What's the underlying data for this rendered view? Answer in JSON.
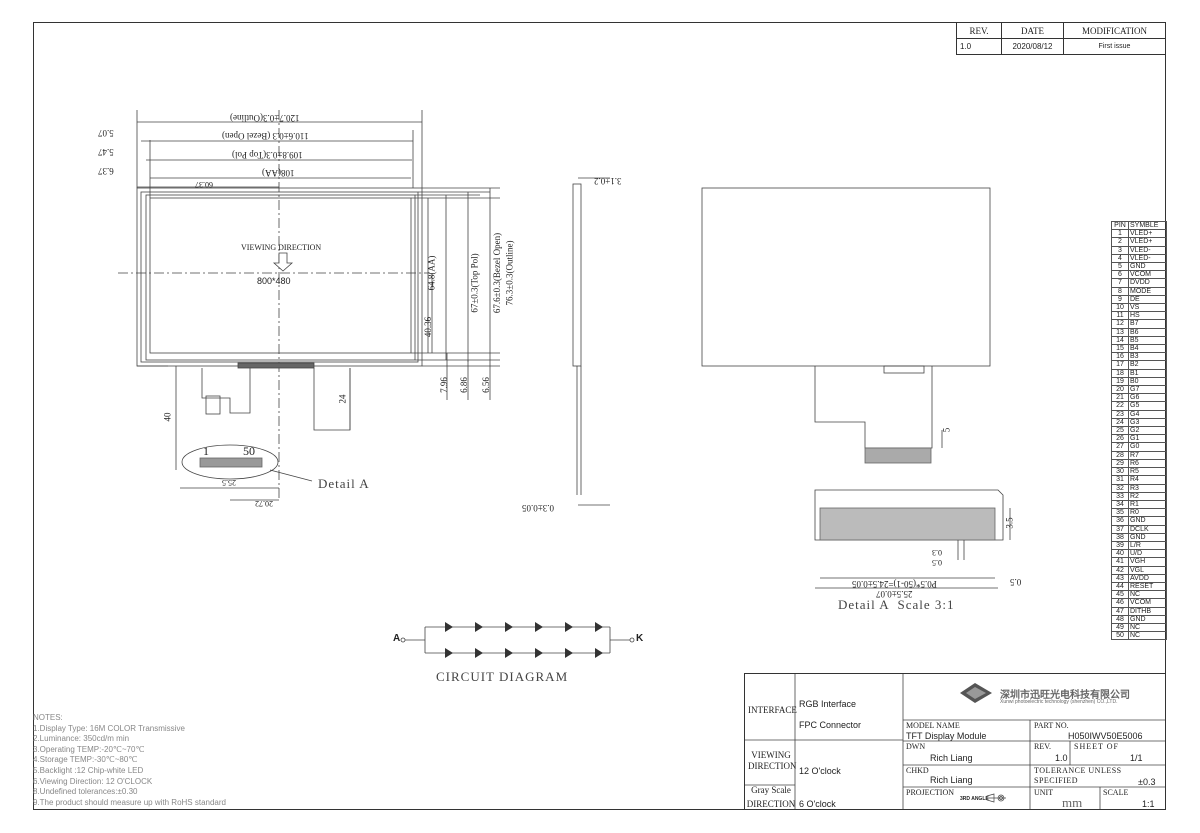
{
  "revision": {
    "headers": [
      "REV.",
      "DATE",
      "MODIFICATION"
    ],
    "rows": [
      [
        "1.0",
        "2020/08/12",
        "First issue"
      ]
    ]
  },
  "front_view": {
    "dims_top": [
      "120.7±0.3(Outline)",
      "110.6±0.3 (Bezel Open)",
      "109.8±0.3(Top Pol)",
      "108(AA)"
    ],
    "offsets_left": [
      "5.07",
      "5.47",
      "6.37"
    ],
    "label_60": "60.37",
    "viewing_direction": "VIEWING DIRECTION",
    "resolution": "800*480",
    "dims_right": [
      "64.8(AA)",
      "67±0.3(Top Pol)",
      "67.6±0.3(Bezel Open)",
      "76.3±0.3(Outline)"
    ],
    "dim_4036": "40.36",
    "dims_bottom_right": [
      "7.96",
      "6.86",
      "6.56"
    ],
    "dim_40": "40",
    "dim_24": "24",
    "pin_first": "1",
    "pin_last": "50",
    "dim_255": "25.5",
    "dim_2072": "20.72",
    "detail_label": "Detail A"
  },
  "side_view": {
    "top": "3.1±0.2",
    "bottom": "0.3±0.05"
  },
  "back_view": {
    "dim_5": "5"
  },
  "detail_a": {
    "dim_35": "3.5",
    "dim_03": "0.3",
    "dim_05": "0.5",
    "pitch": "P0.5*(50-1)=24.5±0.05",
    "width": "25.5±0.07",
    "edge": "0.5",
    "caption": "Detail A  Scale 3:1"
  },
  "circuit": {
    "anode": "A",
    "cathode": "K",
    "caption": "CIRCUIT DIAGRAM"
  },
  "pin_table": {
    "headers": [
      "PIN",
      "SYMBLE"
    ],
    "rows": [
      [
        "1",
        "VLED+"
      ],
      [
        "2",
        "VLED+"
      ],
      [
        "3",
        "VLED-"
      ],
      [
        "4",
        "VLED-"
      ],
      [
        "5",
        "GND"
      ],
      [
        "6",
        "VCOM"
      ],
      [
        "7",
        "DVDD"
      ],
      [
        "8",
        "MODE"
      ],
      [
        "9",
        "DE"
      ],
      [
        "10",
        "VS"
      ],
      [
        "11",
        "HS"
      ],
      [
        "12",
        "B7"
      ],
      [
        "13",
        "B6"
      ],
      [
        "14",
        "B5"
      ],
      [
        "15",
        "B4"
      ],
      [
        "16",
        "B3"
      ],
      [
        "17",
        "B2"
      ],
      [
        "18",
        "B1"
      ],
      [
        "19",
        "B0"
      ],
      [
        "20",
        "G7"
      ],
      [
        "21",
        "G6"
      ],
      [
        "22",
        "G5"
      ],
      [
        "23",
        "G4"
      ],
      [
        "24",
        "G3"
      ],
      [
        "25",
        "G2"
      ],
      [
        "26",
        "G1"
      ],
      [
        "27",
        "G0"
      ],
      [
        "28",
        "R7"
      ],
      [
        "29",
        "R6"
      ],
      [
        "30",
        "R5"
      ],
      [
        "31",
        "R4"
      ],
      [
        "32",
        "R3"
      ],
      [
        "33",
        "R2"
      ],
      [
        "34",
        "R1"
      ],
      [
        "35",
        "R0"
      ],
      [
        "36",
        "GND"
      ],
      [
        "37",
        "DCLK"
      ],
      [
        "38",
        "GND"
      ],
      [
        "39",
        "L/R"
      ],
      [
        "40",
        "U/D"
      ],
      [
        "41",
        "VGH"
      ],
      [
        "42",
        "VGL"
      ],
      [
        "43",
        "AVDD"
      ],
      [
        "44",
        "RESET"
      ],
      [
        "45",
        "NC"
      ],
      [
        "46",
        "VCOM"
      ],
      [
        "47",
        "DITHB"
      ],
      [
        "48",
        "GND"
      ],
      [
        "49",
        "NC"
      ],
      [
        "50",
        "NC"
      ]
    ]
  },
  "notes": [
    "NOTES:",
    "1.Display Type: 16M COLOR    Transmissive",
    "2.Luminance: 350cd/m  min",
    "3.Operating TEMP:-20℃~70℃",
    "4.Storage TEMP:-30℃~80℃",
    "5.Backlight :12 Chip-white LED",
    "6.Viewing Direction: 12 O'CLOCK",
    "8.Undefined tolerances:±0.30",
    "9.The product should measure up with RoHS standard"
  ],
  "title_block": {
    "interface_label": "INTERFACE",
    "interface_value": "RGB Interface",
    "fpc": "FPC Connector",
    "viewing_label": "VIEWING DIRECTION",
    "viewing_value": "12 O'clock",
    "grayscale_label": "Gray Scale DIRECTION",
    "grayscale_value": "6 O'clock",
    "company_cn": "深圳市迅旺光电科技有限公司",
    "company_en": "Xunwi photoelectric technology (shenzhen) CO.,LTD.",
    "model_label": "MODEL NAME",
    "model_value": "TFT Display Module",
    "part_label": "PART NO.",
    "part_value": "H050IWV50E5006",
    "dwn_label": "DWN",
    "dwn_value": "Rich Liang",
    "rev_label": "REV.",
    "rev_value": "1.0",
    "sheet_label": "SHEET OF",
    "sheet_value": "1/1",
    "chkd_label": "CHKD",
    "chkd_value": "Rich Liang",
    "tolerance_label": "TOLERANCE UNLESS SPECIFIED",
    "tolerance_value": "±0.3",
    "projection_label": "PROJECTION",
    "projection_value": "3RD ANGLE",
    "unit_label": "UNIT",
    "unit_value": "mm",
    "scale_label": "SCALE",
    "scale_value": "1:1"
  }
}
